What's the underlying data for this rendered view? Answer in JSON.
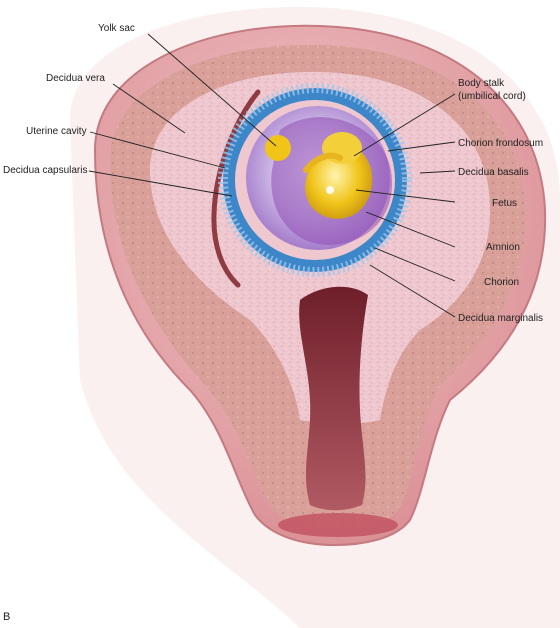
{
  "figure": {
    "panel_letter": "B",
    "labels": {
      "yolk_sac": "Yolk sac",
      "decidua_vera": "Decidua vera",
      "uterine_cavity": "Uterine cavity",
      "decidua_capsularis": "Decidua capsularis",
      "body_stalk_1": "Body stalk",
      "body_stalk_2": "(umbilical cord)",
      "chorion_frondosum": "Chorion frondosum",
      "decidua_basalis": "Decidua basalis",
      "fetus": "Fetus",
      "amnion": "Amnion",
      "chorion": "Chorion",
      "decidua_marginalis": "Decidua marginalis"
    },
    "colors": {
      "outer_wall": "#e3a3a6",
      "myometrium": "#d4968f",
      "decidua": "#efc8cf",
      "cavity": "#8e3b44",
      "chorion_villi": "#3d86c8",
      "amnion_fluid": "#c9b6de",
      "fetus": "#f0c419",
      "cervix_canal": "#a64e58"
    }
  }
}
